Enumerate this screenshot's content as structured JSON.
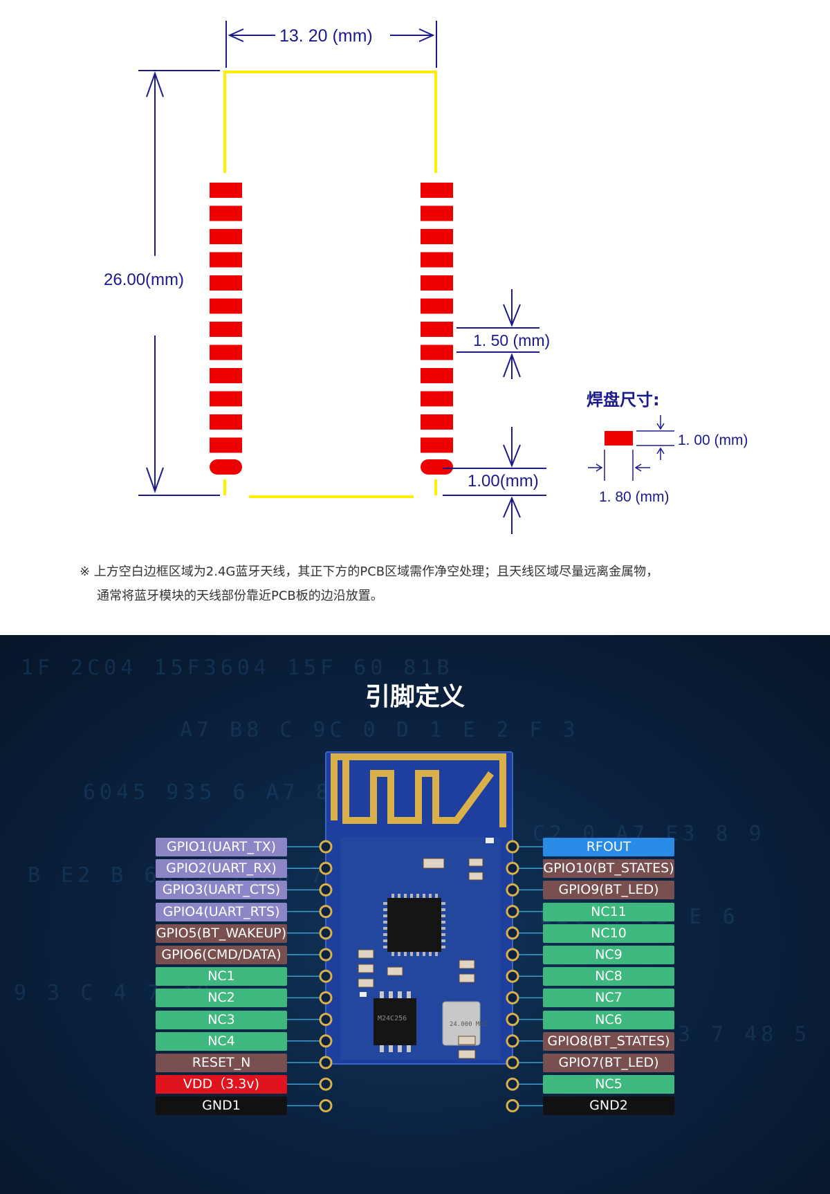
{
  "dimensions": {
    "width": "13. 20 (mm)",
    "height": "26.00(mm)",
    "pitch": "1. 50 (mm)",
    "edge": "1.00(mm)"
  },
  "pad_size": {
    "title": "焊盘尺寸:",
    "height": "1. 00 (mm)",
    "width": "1. 80 (mm)"
  },
  "note": {
    "line1": "※ 上方空白边框区域为2.4G蓝牙天线，其正下方的PCB区域需作净空处理；且天线区域尽量远离金属物，",
    "line2": "通常将蓝牙模块的天线部份靠近PCB板的边沿放置。"
  },
  "section_title": "引脚定义",
  "chip_markings": {
    "flash": "M24C256",
    "crystal": "24.000 MHZ"
  },
  "colors": {
    "purple": "#8c86c6",
    "brown": "#7a4f4f",
    "green": "#3fb87f",
    "blue": "#2a8be6",
    "red": "#e0141e",
    "black": "#111111",
    "pad_red": "#ee0000",
    "outline_yellow": "#ffee00",
    "dimension_blue": "#1a1a8c"
  },
  "left_pins": [
    {
      "label": "GPIO1(UART_TX)",
      "color": "purple"
    },
    {
      "label": "GPIO2(UART_RX)",
      "color": "purple"
    },
    {
      "label": "GPIO3(UART_CTS)",
      "color": "purple"
    },
    {
      "label": "GPIO4(UART_RTS)",
      "color": "purple"
    },
    {
      "label": "GPIO5(BT_WAKEUP)",
      "color": "brown"
    },
    {
      "label": "GPIO6(CMD/DATA)",
      "color": "brown"
    },
    {
      "label": "NC1",
      "color": "green"
    },
    {
      "label": "NC2",
      "color": "green"
    },
    {
      "label": "NC3",
      "color": "green"
    },
    {
      "label": "NC4",
      "color": "green"
    },
    {
      "label": "RESET_N",
      "color": "brown"
    },
    {
      "label": "VDD（3.3v)",
      "color": "red"
    },
    {
      "label": "GND1",
      "color": "black"
    }
  ],
  "right_pins": [
    {
      "label": "RFOUT",
      "color": "blue"
    },
    {
      "label": "GPIO10(BT_STATES)",
      "color": "brown"
    },
    {
      "label": "GPIO9(BT_LED)",
      "color": "brown"
    },
    {
      "label": "NC11",
      "color": "green"
    },
    {
      "label": "NC10",
      "color": "green"
    },
    {
      "label": "NC9",
      "color": "green"
    },
    {
      "label": "NC8",
      "color": "green"
    },
    {
      "label": "NC7",
      "color": "green"
    },
    {
      "label": "NC6",
      "color": "green"
    },
    {
      "label": "GPIO8(BT_STATES)",
      "color": "brown"
    },
    {
      "label": "GPIO7(BT_LED)",
      "color": "brown"
    },
    {
      "label": "NC5",
      "color": "green"
    },
    {
      "label": "GND2",
      "color": "black"
    }
  ]
}
